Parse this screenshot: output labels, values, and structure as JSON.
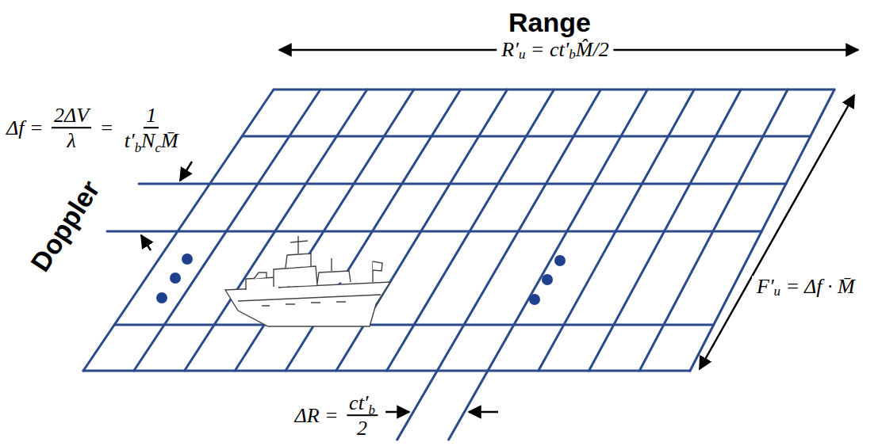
{
  "diagram": {
    "labels": [
      "Range",
      "Doppler",
      "R′",
      "u",
      " = ct′",
      "b",
      "M̂/2",
      "Δf = ",
      "2ΔV",
      "λ",
      " = ",
      "1",
      "t′",
      "b",
      "N",
      "c",
      "M̄",
      "F′",
      "u",
      " = Δf · M̄",
      "ΔR = ",
      "ct′",
      "b",
      "2"
    ]
  }
}
